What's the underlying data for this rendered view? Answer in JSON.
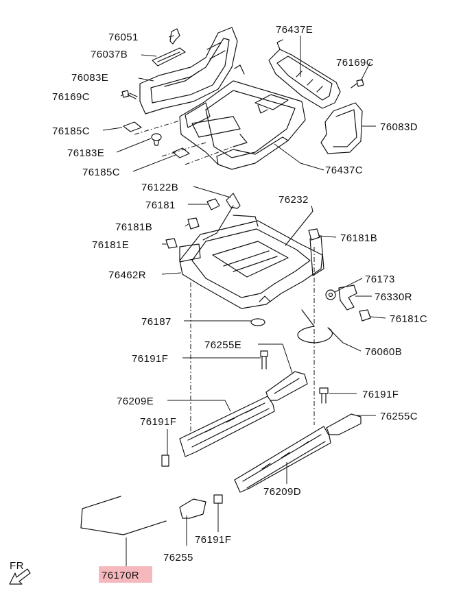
{
  "labels": {
    "p76051": "76051",
    "p76037B": "76037B",
    "p76083E": "76083E",
    "p76169C_left": "76169C",
    "p76185C_top": "76185C",
    "p76183E": "76183E",
    "p76185C_bottom": "76185C",
    "p76437E": "76437E",
    "p76169C_right": "76169C",
    "p76083D": "76083D",
    "p76437C": "76437C",
    "p76122B": "76122B",
    "p76181": "76181",
    "p76232": "76232",
    "p76181B_left": "76181B",
    "p76181B_right": "76181B",
    "p76181E": "76181E",
    "p76462R": "76462R",
    "p76173": "76173",
    "p76330R": "76330R",
    "p76181C": "76181C",
    "p76187": "76187",
    "p76060B": "76060B",
    "p76255E": "76255E",
    "p76191F_a": "76191F",
    "p76191F_b": "76191F",
    "p76209E": "76209E",
    "p76255C": "76255C",
    "p76191F_c": "76191F",
    "p76209D": "76209D",
    "p76191F_d": "76191F",
    "p76255": "76255",
    "p76170R": "76170R",
    "fr": "FR"
  },
  "highlight_color": "#f7b8bd"
}
